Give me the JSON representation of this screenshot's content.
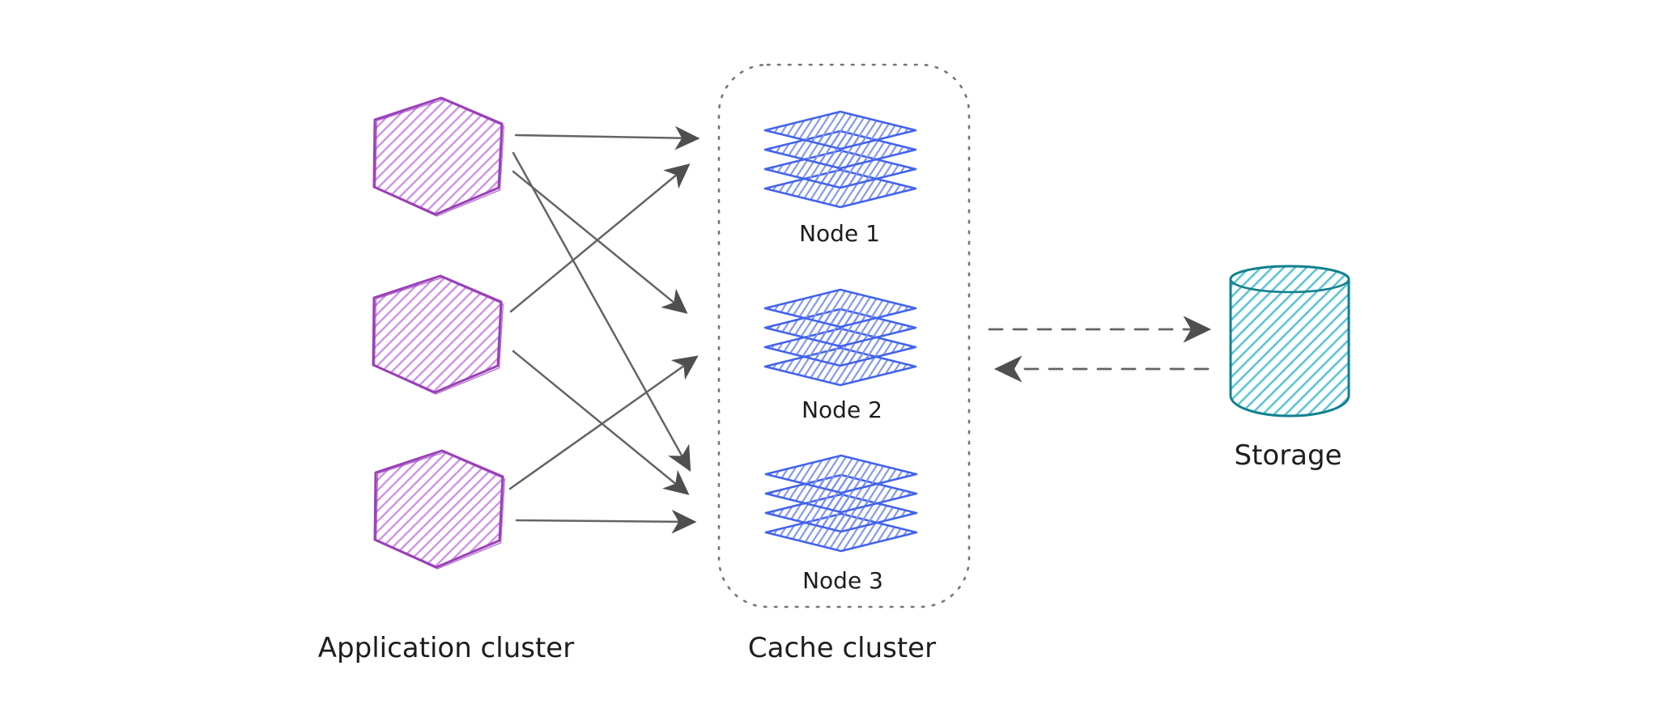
{
  "diagram": {
    "title": "",
    "application_cluster": {
      "label": "Application cluster",
      "node_count": 3,
      "node_shape": "hexagon"
    },
    "cache_cluster": {
      "label": "Cache cluster",
      "nodes": [
        {
          "label": "Node 1"
        },
        {
          "label": "Node 2"
        },
        {
          "label": "Node 3"
        }
      ]
    },
    "storage": {
      "label": "Storage",
      "shape": "cylinder"
    },
    "connections": [
      {
        "from": "app-hexagon-1",
        "to": "cache-node-1",
        "style": "solid-arrow"
      },
      {
        "from": "app-hexagon-1",
        "to": "cache-node-2",
        "style": "solid-arrow"
      },
      {
        "from": "app-hexagon-1",
        "to": "cache-node-3",
        "style": "solid-arrow"
      },
      {
        "from": "app-hexagon-2",
        "to": "cache-node-1",
        "style": "solid-arrow"
      },
      {
        "from": "app-hexagon-2",
        "to": "cache-node-3",
        "style": "solid-arrow"
      },
      {
        "from": "app-hexagon-3",
        "to": "cache-node-2",
        "style": "solid-arrow"
      },
      {
        "from": "app-hexagon-3",
        "to": "cache-node-3",
        "style": "solid-arrow"
      },
      {
        "from": "cache-cluster",
        "to": "storage",
        "style": "dashed-arrow"
      },
      {
        "from": "storage",
        "to": "cache-cluster",
        "style": "dashed-arrow"
      }
    ],
    "colors": {
      "background": "#ffffff",
      "app_hexagon_stroke": "#9a3fb8",
      "app_hexagon_hatch": "#cd8de8",
      "cache_layer_stroke": "#4263eb",
      "cache_layer_hatch": "#8093ee",
      "storage_stroke": "#12808f",
      "storage_hatch": "#55c3d5",
      "arrow": "#646464",
      "cluster_border": "#757575",
      "label_text": "#1d1d1d"
    }
  }
}
